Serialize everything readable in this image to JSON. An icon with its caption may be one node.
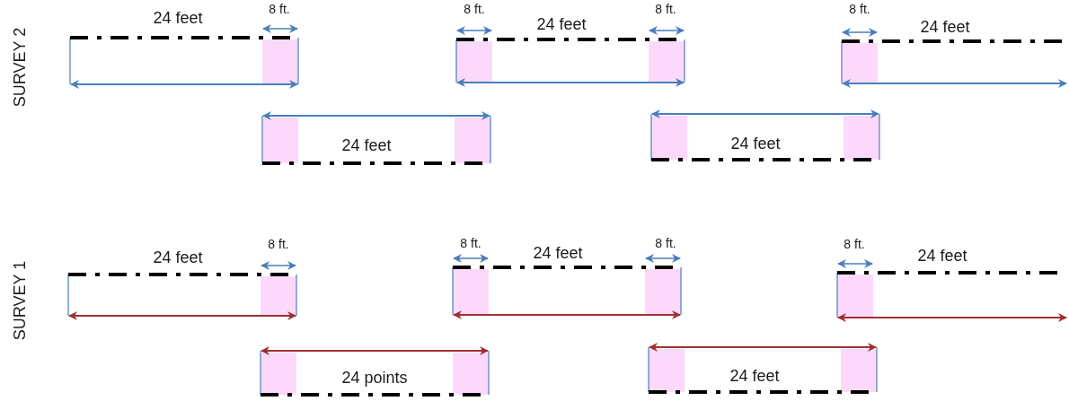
{
  "diagram": {
    "labels": [
      "SURVEY 2",
      "24 feet",
      "8 ft.",
      "8 ft.",
      "24 feet",
      "8 ft.",
      "8 ft.",
      "24 feet",
      "24 feet",
      "24 feet",
      "SURVEY 1",
      "24 feet",
      "8 ft.",
      "8 ft.",
      "24 feet",
      "8 ft.",
      "8 ft.",
      "24 feet",
      "24 points",
      "24 feet"
    ]
  }
}
